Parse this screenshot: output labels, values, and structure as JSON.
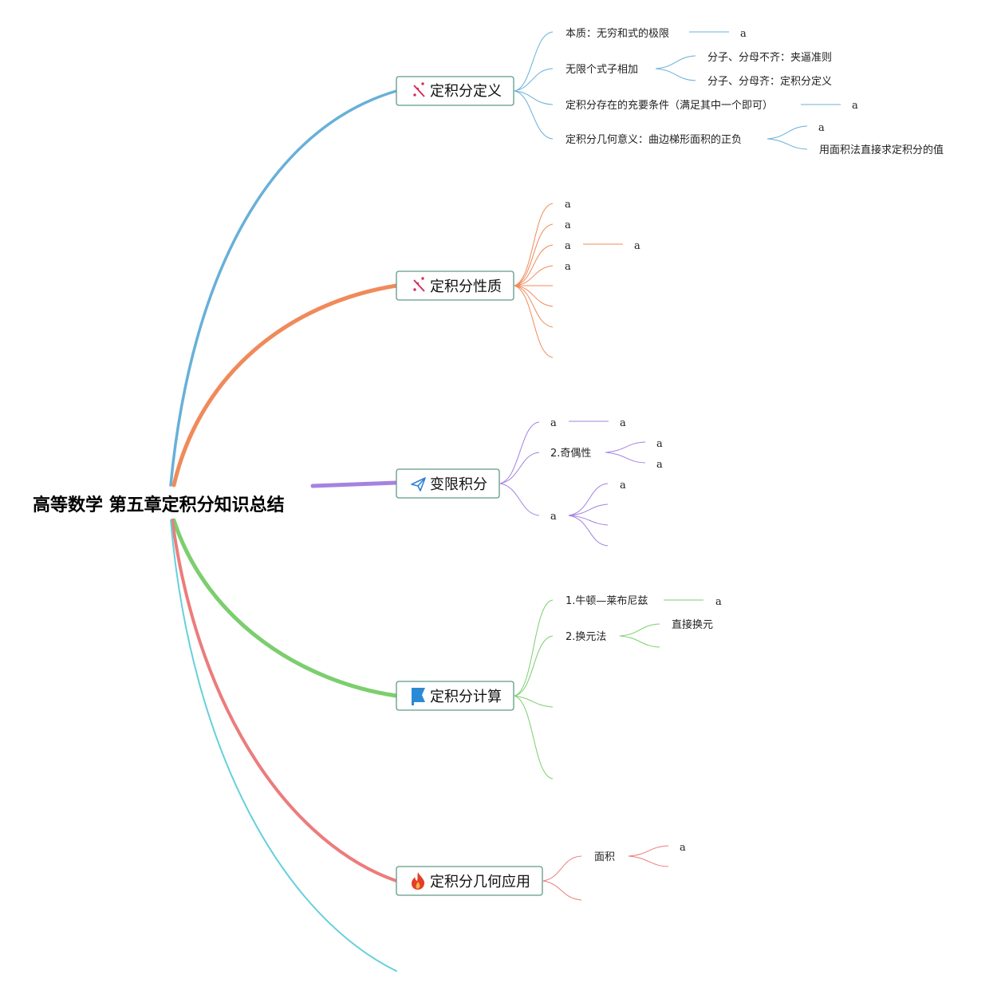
{
  "root": {
    "title": "高等数学 第五章定积分知识总结"
  },
  "colors": {
    "blue": "#68b0d8",
    "orange": "#f08a5a",
    "purple": "#a483e0",
    "green": "#7cce6e",
    "red": "#ec7c7c",
    "cyan": "#66d0dc"
  },
  "branches": [
    {
      "id": "def",
      "label": "定积分定义",
      "icon": "magic-wand-icon",
      "children": [
        {
          "label": "本质：无穷和式的极限",
          "children": [
            {
              "label": "a"
            }
          ]
        },
        {
          "label": "无限个式子相加",
          "children": [
            {
              "label": "分子、分母不齐：夹逼准则"
            },
            {
              "label": "分子、分母齐：定积分定义"
            }
          ]
        },
        {
          "label": "定积分存在的充要条件（满足其中一个即可）",
          "children": [
            {
              "label": "a"
            }
          ]
        },
        {
          "label": "定积分几何意义：曲边梯形面积的正负",
          "children": [
            {
              "label": "a"
            },
            {
              "label": "用面积法直接求定积分的值"
            }
          ]
        }
      ]
    },
    {
      "id": "prop",
      "label": "定积分性质",
      "icon": "magic-wand-icon",
      "children": [
        {
          "label": "a"
        },
        {
          "label": "a"
        },
        {
          "label": "a",
          "children": [
            {
              "label": "a"
            }
          ]
        },
        {
          "label": "a"
        },
        {
          "label": ""
        },
        {
          "label": ""
        },
        {
          "label": ""
        },
        {
          "label": ""
        }
      ]
    },
    {
      "id": "var",
      "label": "变限积分",
      "icon": "paper-plane-icon",
      "children": [
        {
          "label": "a",
          "children": [
            {
              "label": "a"
            }
          ]
        },
        {
          "label": "2.奇偶性",
          "children": [
            {
              "label": "a"
            },
            {
              "label": "a"
            }
          ]
        },
        {
          "label": "a",
          "children": [
            {
              "label": "a"
            },
            {
              "label": ""
            },
            {
              "label": ""
            },
            {
              "label": ""
            }
          ]
        }
      ]
    },
    {
      "id": "calc",
      "label": "定积分计算",
      "icon": "flag-icon",
      "children": [
        {
          "label": "1.牛顿—莱布尼兹",
          "children": [
            {
              "label": "a"
            }
          ]
        },
        {
          "label": "2.换元法",
          "children": [
            {
              "label": "直接换元"
            },
            {
              "label": ""
            }
          ]
        },
        {
          "label": ""
        },
        {
          "label": ""
        }
      ]
    },
    {
      "id": "app",
      "label": "定积分几何应用",
      "icon": "fire-icon",
      "children": [
        {
          "label": "面积",
          "children": [
            {
              "label": "a"
            },
            {
              "label": ""
            }
          ]
        },
        {
          "label": ""
        }
      ]
    }
  ]
}
